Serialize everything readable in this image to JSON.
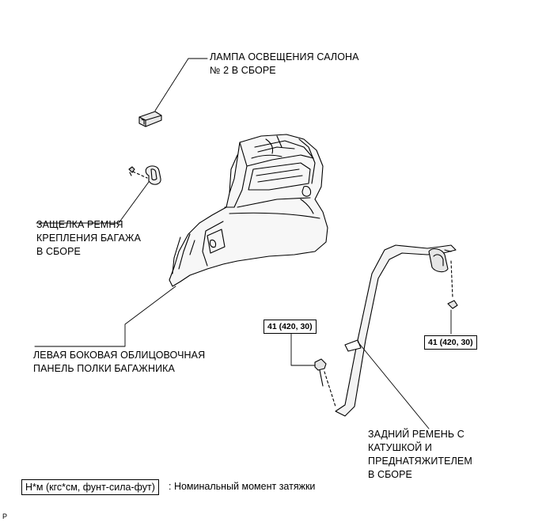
{
  "labels": {
    "room_lamp": [
      "ЛАМПА ОСВЕЩЕНИЯ САЛОНА",
      "№ 2 В СБОРЕ"
    ],
    "strap_latch": [
      "ЗАЩЕЛКА РЕМНЯ",
      "КРЕПЛЕНИЯ БАГАЖА",
      "В СБОРЕ"
    ],
    "side_panel": [
      "ЛЕВАЯ БОКОВАЯ ОБЛИЦОВОЧНАЯ",
      "ПАНЕЛЬ ПОЛКИ БАГАЖНИКА"
    ],
    "rear_belt": [
      "ЗАДНИЙ РЕМЕНЬ С",
      "КАТУШКОЙ И",
      "ПРЕДНАТЯЖИТЕЛЕМ",
      "В СБОРЕ"
    ]
  },
  "torque": {
    "anchor_bolt": "41 (420, 30)",
    "retractor_nut": "41 (420, 30)"
  },
  "legend": {
    "unit_box": "Н*м (кгс*см, фунт-сила-фут)",
    "description": ": Номинальный момент затяжки"
  },
  "corner_mark": "P"
}
